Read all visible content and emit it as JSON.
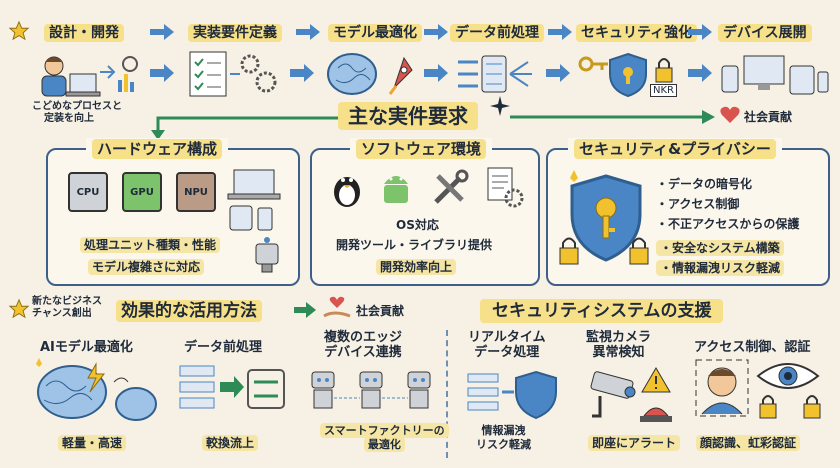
{
  "top_flow": {
    "steps": [
      {
        "label": "設計・開発"
      },
      {
        "label": "実装要件定義"
      },
      {
        "label": "モデル最適化"
      },
      {
        "label": "データ前処理"
      },
      {
        "label": "セキュリティ強化"
      },
      {
        "label": "デバイス展開"
      }
    ],
    "process_note_line1": "こどめなプロセスと",
    "process_note_line2": "定装を向上",
    "nkr_label": "NKR"
  },
  "center_banner": {
    "title": "主な実件要求",
    "right_label": "社会貢献"
  },
  "panels": {
    "hardware": {
      "title": "ハードウェア構成",
      "chips": [
        "CPU",
        "GPU",
        "NPU"
      ],
      "line1": "処理ユニット種類・性能",
      "line2": "モデル複雑さに対応"
    },
    "software": {
      "title": "ソフトウェア環境",
      "line1": "OS対応",
      "line2": "開発ツール・ライブラリ提供",
      "line3": "開発効率向上"
    },
    "security": {
      "title": "セキュリティ&プライバシー",
      "bullets": [
        "・データの暗号化",
        "・アクセス制御",
        "・不正アクセスからの保護",
        "・安全なシステム構築",
        "・情報漏洩リスク軽減"
      ]
    }
  },
  "bottom": {
    "new_business_line1": "新たなビジネス",
    "new_business_line2": "チャンス創出",
    "usage_title": "効果的な活用方法",
    "social_label": "社会貢献",
    "support_title": "セキュリティシステムの支援",
    "cols": [
      {
        "title": "AIモデル最適化",
        "caption": "軽量・高速"
      },
      {
        "title": "データ前処理",
        "caption": "較換流上"
      },
      {
        "title_line1": "複数のエッジ",
        "title_line2": "デバイス連携",
        "caption_line1": "スマートファクトリーの",
        "caption_line2": "最適化"
      },
      {
        "title_line1": "リアルタイム",
        "title_line2": "データ処理",
        "caption_line1": "情報漏洩",
        "caption_line2": "リスク軽減"
      },
      {
        "title_line1": "監視カメラ",
        "title_line2": "異常検知",
        "caption": "即座にアラート"
      },
      {
        "title": "アクセス制御、認証",
        "caption": "顔認識、虹彩認証"
      }
    ]
  },
  "colors": {
    "accent_blue": "#4a86c5",
    "panel_border": "#3d5f8a",
    "highlight_yellow": "#f7e08a",
    "heart_red": "#d9534f"
  }
}
